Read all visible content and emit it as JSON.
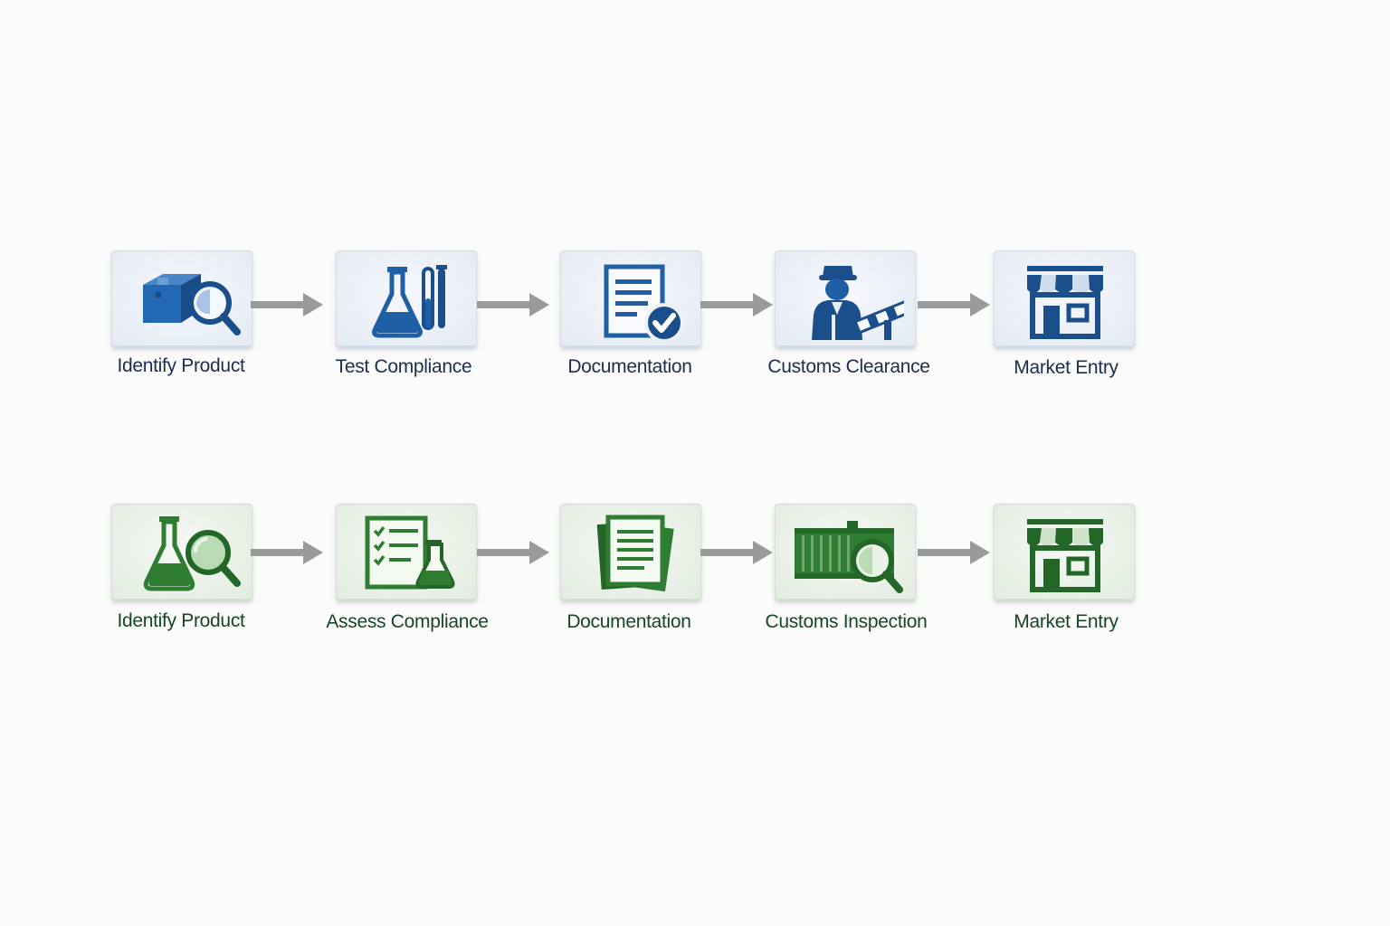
{
  "colors": {
    "blue_icon": "#1f5fa6",
    "blue_dark": "#1b4f8c",
    "blue_light": "#a9c4e4",
    "green_icon": "#2e7d32",
    "green_dark": "#246628",
    "green_light": "#b9dbb3",
    "arrow": "#9a9a9a",
    "blue_label": "#1d2d4c",
    "green_label": "#17452a"
  },
  "rows": [
    {
      "theme": "blue",
      "steps": [
        {
          "label": "Identify Product",
          "icon": "box-magnifier-icon"
        },
        {
          "label": "Test Compliance",
          "icon": "lab-flask-icon"
        },
        {
          "label": "Documentation",
          "icon": "document-check-icon"
        },
        {
          "label": "Customs Clearance",
          "icon": "customs-officer-icon"
        },
        {
          "label": "Market Entry",
          "icon": "storefront-icon"
        }
      ]
    },
    {
      "theme": "green",
      "steps": [
        {
          "label": "Identify Product",
          "icon": "flask-magnifier-icon"
        },
        {
          "label": "Assess Compliance",
          "icon": "checklist-flask-icon"
        },
        {
          "label": "Documentation",
          "icon": "documents-stack-icon"
        },
        {
          "label": "Customs Inspection",
          "icon": "container-magnifier-icon"
        },
        {
          "label": "Market Entry",
          "icon": "storefront-icon"
        }
      ]
    }
  ]
}
